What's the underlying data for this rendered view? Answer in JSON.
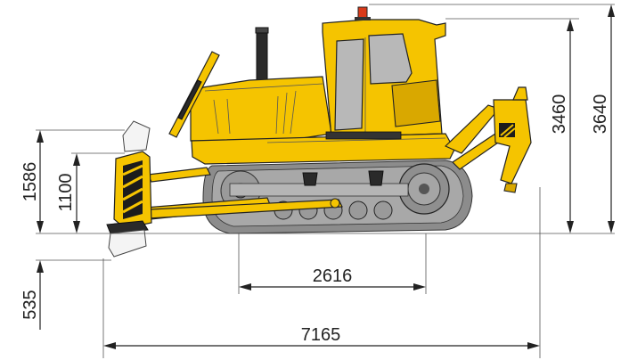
{
  "diagram": {
    "dimensions": {
      "blade_height": "1586",
      "lift_height": "1100",
      "dig_depth": "535",
      "track_length": "2616",
      "overall_length": "7165",
      "height_to_cab": "3460",
      "overall_height": "3640"
    },
    "colors": {
      "body_yellow": "#f5c400",
      "body_yellow_dark": "#d9a800",
      "track": "#8c8c8c",
      "beacon": "#d83a1a"
    }
  }
}
